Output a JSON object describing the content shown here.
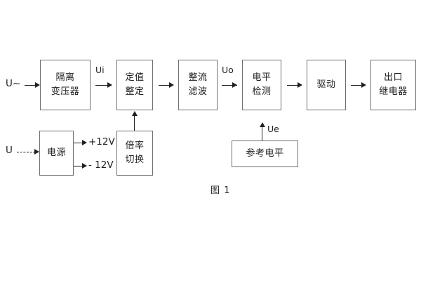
{
  "figure": {
    "caption": "图 1",
    "stroke_color": "#231f20",
    "box_border_color": "#6f6f6f",
    "background": "#ffffff"
  },
  "terminals": {
    "ac_input": "U~",
    "dc_input": "U"
  },
  "signals": {
    "ui": "Ui",
    "uo": "Uo",
    "ue": "Ue"
  },
  "rails": {
    "positive": "+12V",
    "negative": "- 12V"
  },
  "blocks": {
    "isolation_transformer": {
      "line1": "隔离",
      "line2": "变压器"
    },
    "setpoint_adjust": {
      "line1": "定值",
      "line2": "整定"
    },
    "rectify_filter": {
      "line1": "整流",
      "line2": "滤波"
    },
    "level_detect": {
      "line1": "电平",
      "line2": "检测"
    },
    "drive": {
      "line1": "驱动"
    },
    "output_relay": {
      "line1": "出口",
      "line2": "继电器"
    },
    "power_supply": {
      "line1": "电源"
    },
    "ratio_switch": {
      "line1": "倍率",
      "line2": "切换"
    },
    "reference_level": {
      "line1": "参考电平"
    }
  }
}
